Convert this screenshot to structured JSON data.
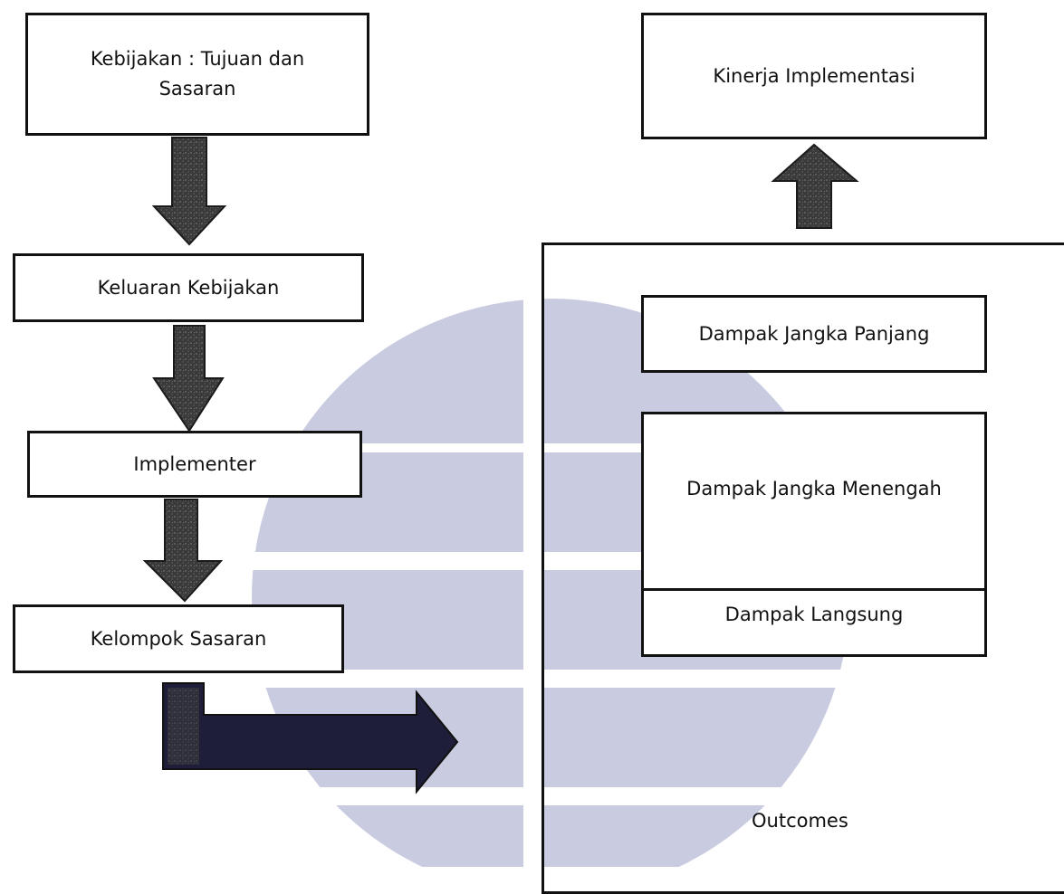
{
  "left_column": {
    "box1": {
      "line1": "Kebijakan : Tujuan dan",
      "line2": "Sasaran"
    },
    "box2": "Keluaran Kebijakan",
    "box3": "Implementer",
    "box4": "Kelompok Sasaran"
  },
  "right_column": {
    "performance": "Kinerja Implementasi",
    "long_term": "Dampak Jangka Panjang",
    "medium_term": "Dampak Jangka Menengah",
    "direct": "Dampak Langsung",
    "outcomes_label": "Outcomes"
  },
  "colors": {
    "arrow_dark": "#2e2e2e",
    "arrow_navy": "#1e1e3a",
    "watermark": "#c9cce0",
    "border": "#111111"
  }
}
